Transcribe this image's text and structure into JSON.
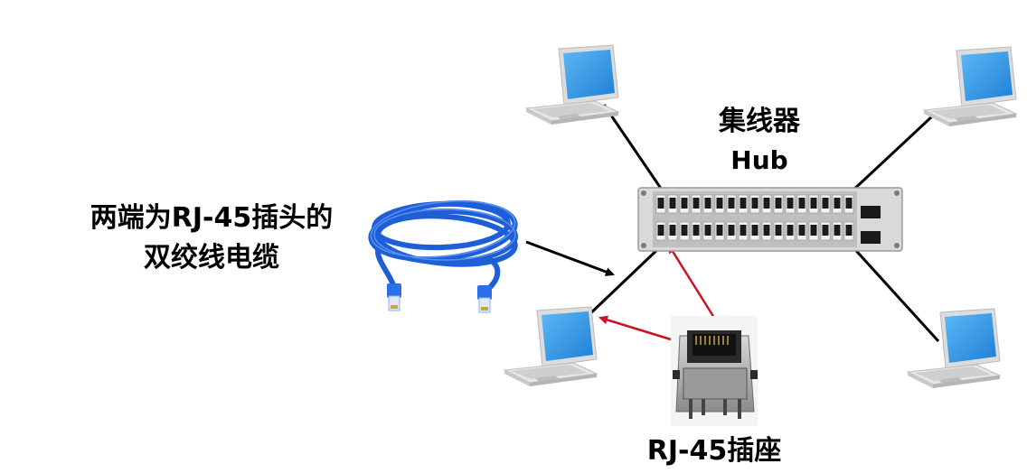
{
  "labels": {
    "hub_title": "集线器",
    "hub_subtitle": "Hub",
    "cable_line1": "两端为RJ-45插头的",
    "cable_line2": "双绞线电缆",
    "jack": "RJ-45插座"
  },
  "nodes": {
    "laptops": [
      {
        "name": "laptop-top-left",
        "icon": "laptop-icon"
      },
      {
        "name": "laptop-top-right",
        "icon": "laptop-icon"
      },
      {
        "name": "laptop-bottom-left",
        "icon": "laptop-icon"
      },
      {
        "name": "laptop-bottom-right",
        "icon": "laptop-icon"
      }
    ],
    "hub": {
      "icon": "network-hub-icon",
      "port_rows": 2,
      "ports_per_row": 17
    },
    "cable": {
      "icon": "ethernet-cable-icon"
    },
    "jack": {
      "icon": "rj45-jack-icon"
    }
  },
  "colors": {
    "connection": "#000000",
    "pointer_arrow": "#d01020",
    "cable": "#1e5fd8",
    "laptop_screen": "#2a8fe0",
    "hub_body": "#d9d9d9"
  }
}
